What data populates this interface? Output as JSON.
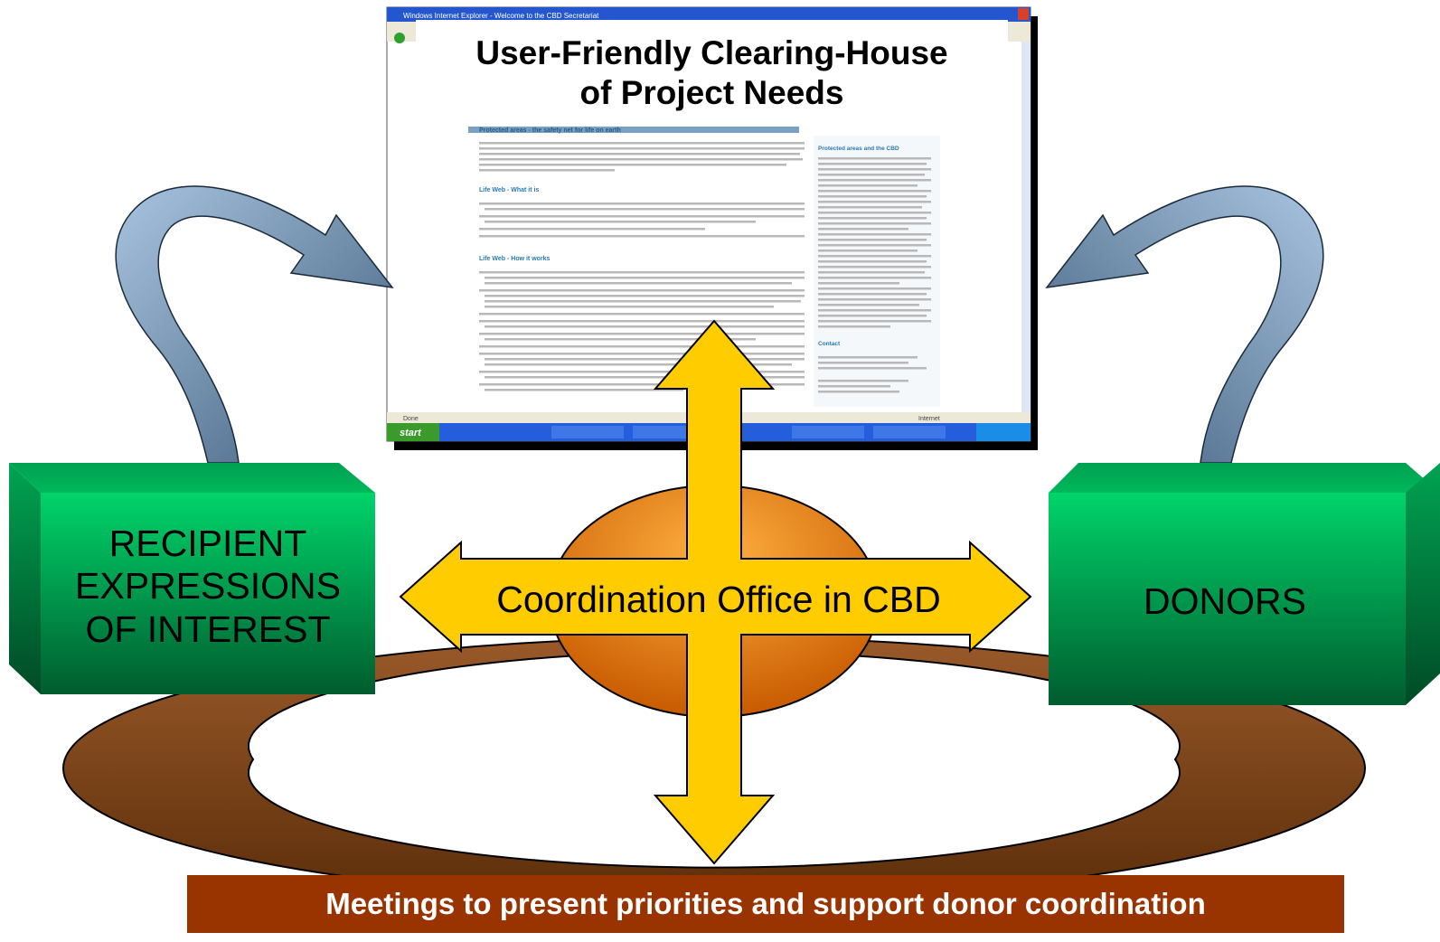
{
  "title": {
    "line1": "User-Friendly Clearing-House",
    "line2": "of Project Needs"
  },
  "screenshot": {
    "window_title": "Windows Internet Explorer - Welcome to the CBD Secretariat",
    "heading_main": "Protected areas - the safety net for life on earth",
    "section_what": "Life Web - What it is",
    "section_how": "Life Web - How it works",
    "sidebar_heading": "Protected areas and the CBD",
    "sidebar_contact": "Contact",
    "start_label": "start",
    "status_text": "Done",
    "zone_label": "Internet"
  },
  "boxes": {
    "recipient": [
      "RECIPIENT",
      "EXPRESSIONS",
      "OF INTEREST"
    ],
    "donors": "DONORS"
  },
  "center_label": "Coordination Office in CBD",
  "footer": "Meetings to present priorities and support donor coordination",
  "colors": {
    "box_green_light": "#00cc66",
    "box_green_dark": "#006633",
    "ring_brown": "#8b4a1a",
    "ellipse_orange": "#e07b00",
    "arrow_yellow": "#ffcc00",
    "curved_arrow_blue": "#7aa0c4",
    "footer_bg": "#993300"
  }
}
